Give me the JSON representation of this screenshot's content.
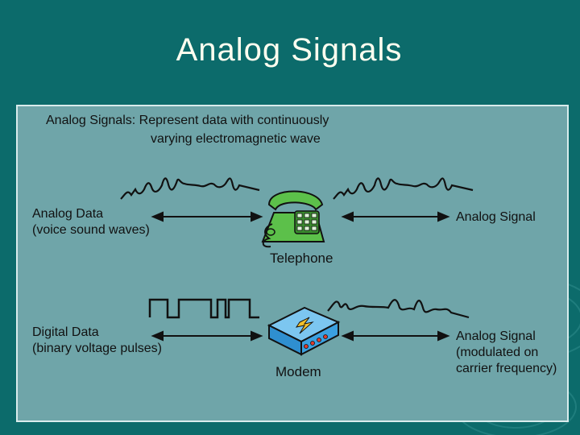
{
  "slide": {
    "title": "Analog Signals",
    "definition_line1": "Analog Signals: Represent data with continuously",
    "definition_line2": "varying electromagnetic wave"
  },
  "telephone_row": {
    "left_label_line1": "Analog Data",
    "left_label_line2": "(voice sound waves)",
    "device_label": "Telephone",
    "right_label": "Analog Signal"
  },
  "modem_row": {
    "left_label_line1": "Digital Data",
    "left_label_line2": "(binary voltage pulses)",
    "device_label": "Modem",
    "right_label_line1": "Analog Signal",
    "right_label_line2": "(modulated on",
    "right_label_line3": "carrier frequency)"
  },
  "colors": {
    "background": "#0c6b6b",
    "panel": "#6fa5a9",
    "title_text": "#fffff0",
    "telephone": "#5cc04a",
    "modem": "#3ba0e0",
    "lightning": "#f2c12e"
  }
}
